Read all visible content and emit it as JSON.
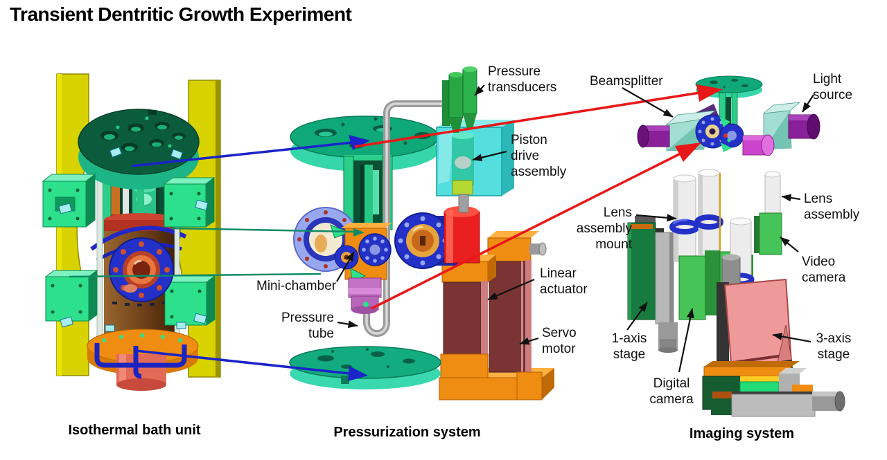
{
  "title": "Transient Dentritic Growth Experiment",
  "labels": {
    "pressure_transducers": "Pressure\ntransducers",
    "piston_drive_assembly": "Piston\ndrive\nassembly",
    "beamsplitter": "Beamsplitter",
    "light_source": "Light\nsource",
    "lens_assembly_mount": "Lens\nassembly\nmount",
    "lens_assembly": "Lens\nassembly",
    "video_camera": "Video\ncamera",
    "one_axis_stage": "1-axis\nstage",
    "digital_camera": "Digital\ncamera",
    "three_axis_stage": "3-axis\nstage",
    "mini_chamber": "Mini-chamber",
    "pressure_tube": "Pressure\ntube",
    "linear_actuator": "Linear\nactuator",
    "servo_motor": "Servo\nmotor"
  },
  "captions": {
    "isothermal": "Isothermal bath unit",
    "pressurization": "Pressurization system",
    "imaging": "Imaging system"
  },
  "colors": {
    "background": "#ffffff",
    "title_text": "#000000",
    "label_text": "#111111",
    "connector_blue": "#1b24c8",
    "connector_red": "#e81818",
    "connector_teal": "#0f8a66",
    "pointer_black": "#111111",
    "mint_green": "#2ccf8a",
    "dark_green_disc": "#0b5c3d",
    "teal_disc": "#0fa878",
    "yellow_bracket": "#d8d200",
    "orange_part": "#ef8c12",
    "blue_flange": "#2431c8",
    "brown_cylinder": "#6e4018",
    "red_part": "#e82020",
    "cyan_block": "#55dede",
    "purple_part": "#8a1f9a",
    "magenta_part": "#cc44cc",
    "pink_stage": "#ef9a9a",
    "bright_green": "#46c457",
    "gray_part": "#b0b0b0"
  }
}
